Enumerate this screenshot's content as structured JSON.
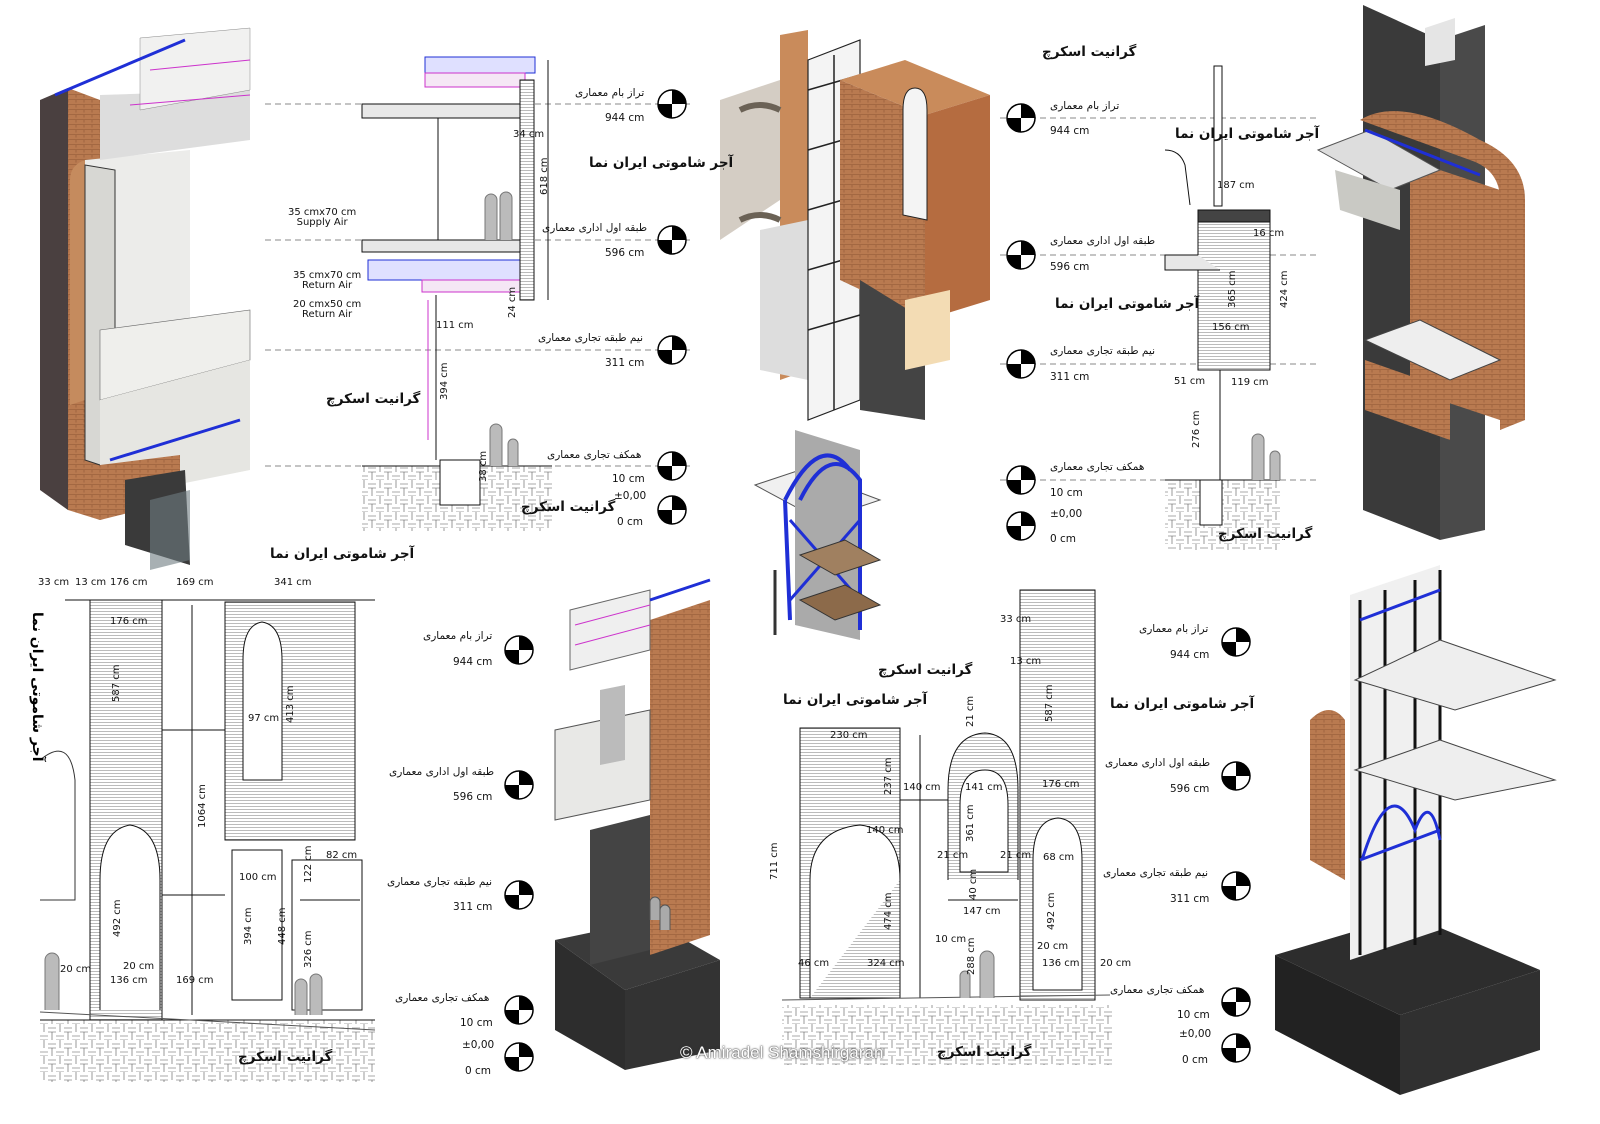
{
  "materials": {
    "granite": "گرانیت اسکرچ",
    "brick": "آجر شاموتی ایران نما"
  },
  "levels": {
    "roof": {
      "name": "تراز بام معماری",
      "value": "944 cm"
    },
    "first_office": {
      "name": "طبقه اول اداری معماری",
      "value": "596 cm"
    },
    "mezzanine": {
      "name": "نیم طبقه تجاری معماری",
      "value": "311 cm"
    },
    "ground": {
      "name": "همکف تجاری معماری",
      "value": "10 cm"
    },
    "zero_a": "±0,00",
    "zero_b": "0 cm"
  },
  "ducts": {
    "supply": [
      "35 cmx70 cm",
      "Supply Air"
    ],
    "return1": [
      "35 cmx70 cm",
      "Return Air"
    ],
    "return2": [
      "20 cmx50 cm",
      "Return Air"
    ]
  },
  "section1_dims": [
    "34 cm",
    "618 cm",
    "24 cm",
    "111 cm",
    "394 cm",
    "38 cm"
  ],
  "section2_dims": [
    "187 cm",
    "16 cm",
    "365 cm",
    "424 cm",
    "156 cm",
    "51 cm",
    "119 cm",
    "276 cm"
  ],
  "elev1_dims": [
    "33 cm",
    "13 cm",
    "176 cm",
    "169 cm",
    "341 cm",
    "176 cm",
    "587 cm",
    "97 cm",
    "413 cm",
    "1064 cm",
    "82 cm",
    "122 cm",
    "100 cm",
    "394 cm",
    "448 cm",
    "326 cm",
    "492 cm",
    "20 cm",
    "20 cm",
    "136 cm",
    "169 cm"
  ],
  "elev2_dims": [
    "33 cm",
    "13 cm",
    "587 cm",
    "21 cm",
    "230 cm",
    "237 cm",
    "140 cm",
    "141 cm",
    "176 cm",
    "140 cm",
    "361 cm",
    "711 cm",
    "21 cm",
    "21 cm",
    "68 cm",
    "40 cm",
    "147 cm",
    "474 cm",
    "492 cm",
    "10 cm",
    "20 cm",
    "288 cm",
    "46 cm",
    "324 cm",
    "136 cm",
    "20 cm"
  ],
  "watermark": "© Amiradel Shamshirgaran",
  "colors": {
    "brick": "#b8784e",
    "glass_frame": "#2b2b2b",
    "steel_blue": "#1f2fd6",
    "concrete": "#dcdcd6",
    "granite_dark": "#3c3c3c"
  }
}
